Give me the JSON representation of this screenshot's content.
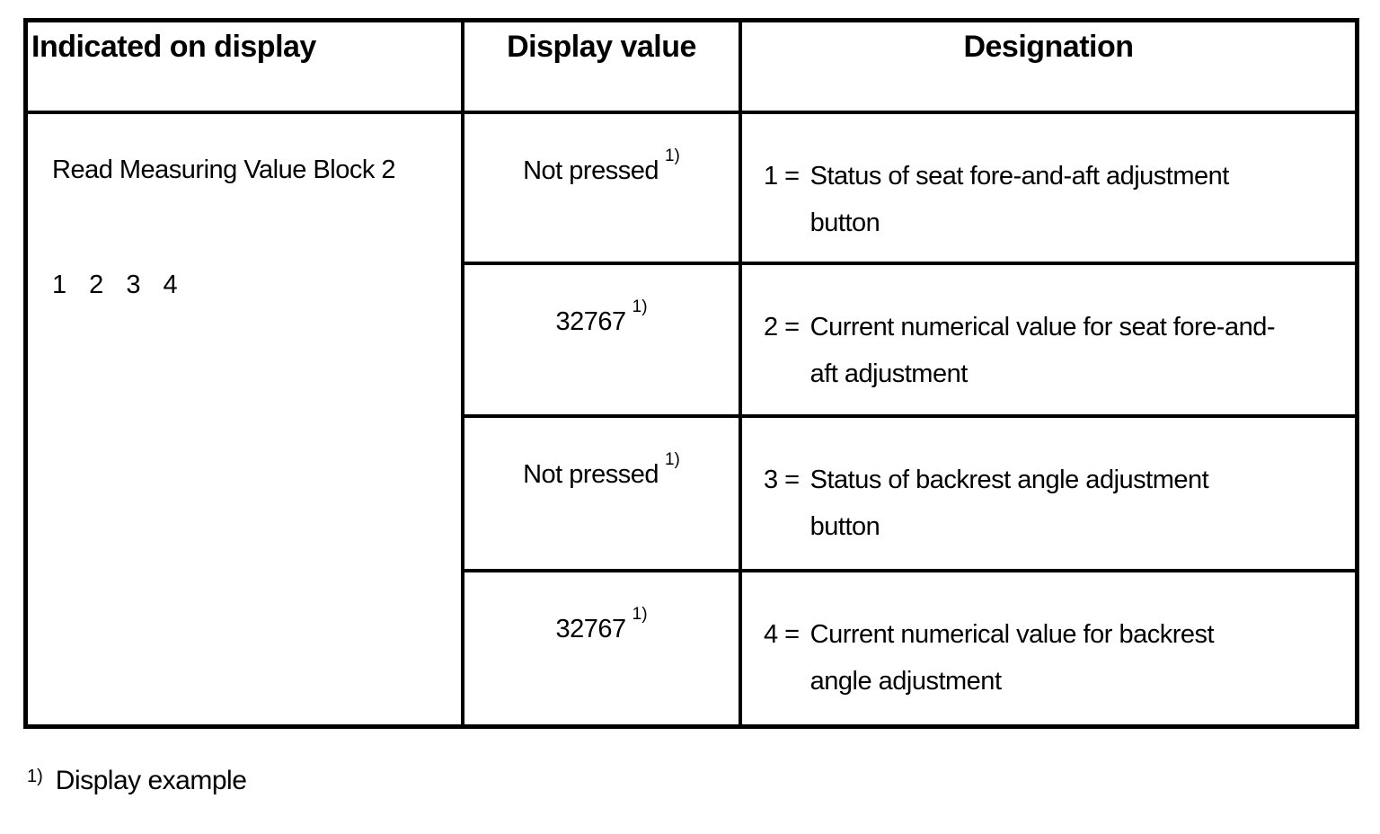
{
  "document": {
    "background": "#ffffff",
    "line_color": "#000000"
  },
  "table": {
    "columns": [
      {
        "label": "Indicated on display"
      },
      {
        "label": "Display value"
      },
      {
        "label": "Designation"
      }
    ],
    "indicated_cell": {
      "title": "Read Measuring Value Block 2",
      "fields": "1 2 3 4"
    },
    "rows": [
      {
        "display_value": "Not pressed",
        "footnote_marker": "1)",
        "designation_prefix": "1 =",
        "designation_text": "Status of seat fore-and-aft adjustment\nbutton"
      },
      {
        "display_value": "32767",
        "footnote_marker": "1)",
        "designation_prefix": "2 =",
        "designation_text": "Current numerical value for seat fore-and-\naft adjustment"
      },
      {
        "display_value": "Not pressed",
        "footnote_marker": "1)",
        "designation_prefix": "3 =",
        "designation_text": "Status of backrest angle adjustment\nbutton"
      },
      {
        "display_value": "32767",
        "footnote_marker": "1)",
        "designation_prefix": "4 =",
        "designation_text": "Current numerical value for backrest\nangle adjustment"
      }
    ]
  },
  "footnote": {
    "marker": "1)",
    "text": "Display example"
  }
}
